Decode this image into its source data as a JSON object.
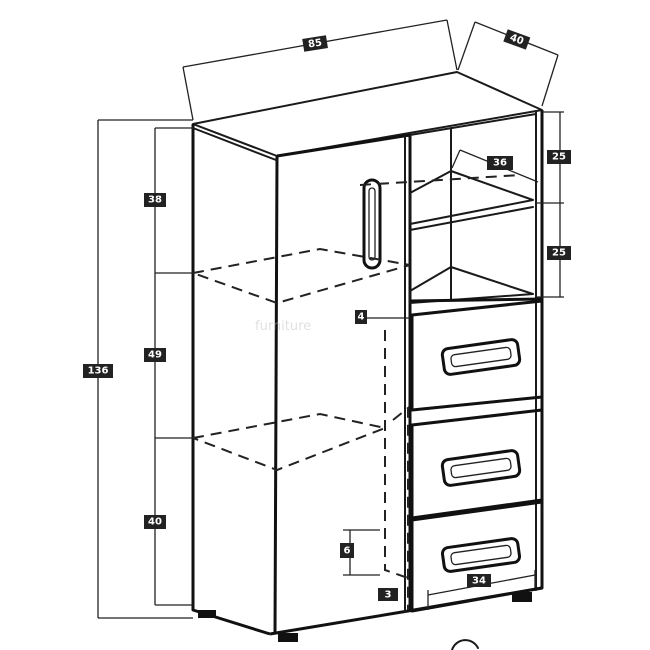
{
  "diagram": {
    "dimensions": {
      "top_width": "85",
      "top_depth": "40",
      "total_height": "136",
      "upper_section": "38",
      "middle_section": "49",
      "lower_section": "40",
      "upper_shelf_gap": "25",
      "lower_shelf_gap": "25",
      "shelf_depth": "36",
      "inner_width": "4",
      "plinth_height": "6",
      "plinth_offset": "3",
      "drawer_width": "34"
    },
    "watermark": "furniture"
  }
}
